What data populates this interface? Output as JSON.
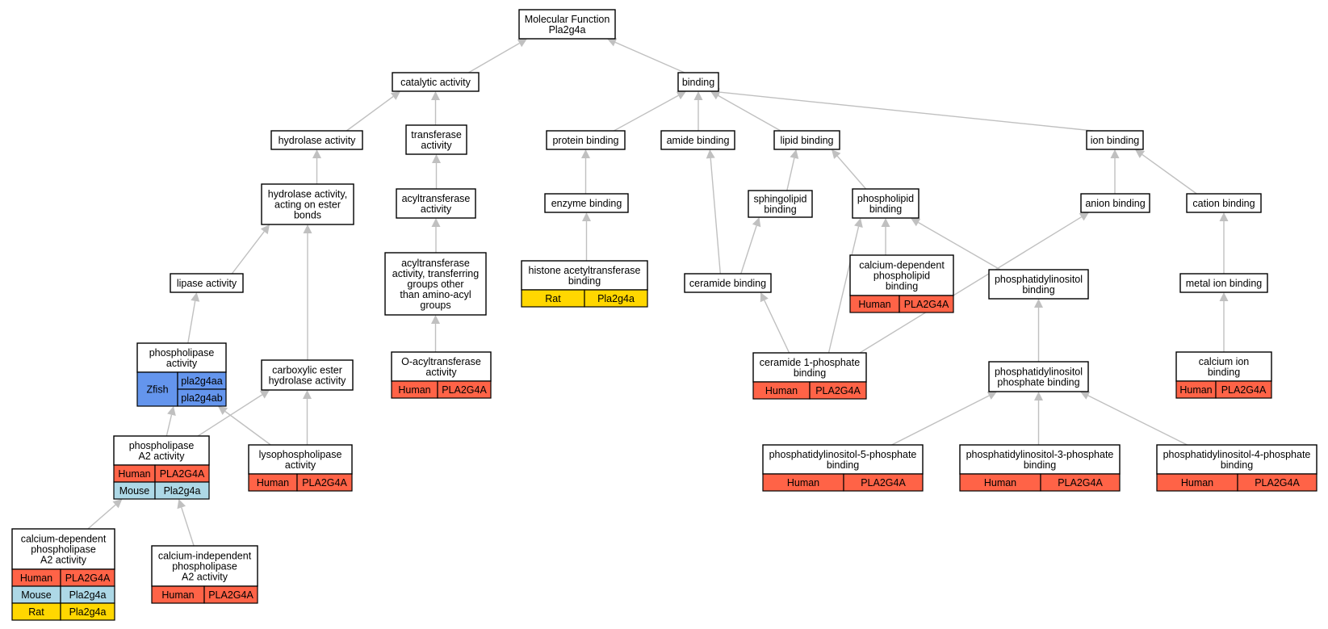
{
  "colors": {
    "Human": "#FF6347",
    "Mouse": "#ADD8E6",
    "Rat": "#FFD700",
    "Zfish": "#6495ED",
    "edge": "#c0c0c0"
  },
  "nodes": [
    {
      "id": "mf",
      "lines": [
        "Molecular Function",
        "Pla2g4a"
      ]
    },
    {
      "id": "catalytic",
      "lines": [
        "catalytic activity"
      ]
    },
    {
      "id": "binding",
      "lines": [
        "binding"
      ]
    },
    {
      "id": "hydrolase",
      "lines": [
        "hydrolase activity"
      ]
    },
    {
      "id": "transferase",
      "lines": [
        "transferase",
        "activity"
      ]
    },
    {
      "id": "protein_binding",
      "lines": [
        "protein binding"
      ]
    },
    {
      "id": "amide_binding",
      "lines": [
        "amide binding"
      ]
    },
    {
      "id": "lipid_binding",
      "lines": [
        "lipid binding"
      ]
    },
    {
      "id": "ion_binding",
      "lines": [
        "ion binding"
      ]
    },
    {
      "id": "hydrolase_ester",
      "lines": [
        "hydrolase activity,",
        "acting on ester",
        "bonds"
      ]
    },
    {
      "id": "acyltransferase",
      "lines": [
        "acyltransferase",
        "activity"
      ]
    },
    {
      "id": "enzyme_binding",
      "lines": [
        "enzyme binding"
      ]
    },
    {
      "id": "sphingolipid_binding",
      "lines": [
        "sphingolipid",
        "binding"
      ]
    },
    {
      "id": "phospholipid_binding",
      "lines": [
        "phospholipid",
        "binding"
      ]
    },
    {
      "id": "anion_binding",
      "lines": [
        "anion binding"
      ]
    },
    {
      "id": "cation_binding",
      "lines": [
        "cation binding"
      ]
    },
    {
      "id": "lipase",
      "lines": [
        "lipase activity"
      ]
    },
    {
      "id": "acyltransferase_other",
      "lines": [
        "acyltransferase",
        "activity, transferring",
        "groups other",
        "than amino-acyl",
        "groups"
      ]
    },
    {
      "id": "histone_acetyltransferase_binding",
      "lines": [
        "histone acetyltransferase",
        "binding"
      ],
      "genes": [
        {
          "species": "Rat",
          "symbols": [
            "Pla2g4a"
          ]
        }
      ]
    },
    {
      "id": "ceramide_binding",
      "lines": [
        "ceramide binding"
      ]
    },
    {
      "id": "ca_phospholipid_binding",
      "lines": [
        "calcium-dependent",
        "phospholipid",
        "binding"
      ],
      "genes": [
        {
          "species": "Human",
          "symbols": [
            "PLA2G4A"
          ]
        }
      ]
    },
    {
      "id": "phosphatidylinositol_binding",
      "lines": [
        "phosphatidylinositol",
        "binding"
      ]
    },
    {
      "id": "metal_ion_binding",
      "lines": [
        "metal ion binding"
      ]
    },
    {
      "id": "phospholipase",
      "lines": [
        "phospholipase",
        "activity"
      ],
      "genes": [
        {
          "species": "Zfish",
          "symbols": [
            "pla2g4aa",
            "pla2g4ab"
          ]
        }
      ]
    },
    {
      "id": "carboxylic_ester",
      "lines": [
        "carboxylic ester",
        "hydrolase activity"
      ]
    },
    {
      "id": "o_acyltransferase",
      "lines": [
        "O-acyltransferase",
        "activity"
      ],
      "genes": [
        {
          "species": "Human",
          "symbols": [
            "PLA2G4A"
          ]
        }
      ]
    },
    {
      "id": "ceramide_1_phosphate_binding",
      "lines": [
        "ceramide 1-phosphate",
        "binding"
      ],
      "genes": [
        {
          "species": "Human",
          "symbols": [
            "PLA2G4A"
          ]
        }
      ]
    },
    {
      "id": "phosphatidylinositol_phosphate_binding",
      "lines": [
        "phosphatidylinositol",
        "phosphate binding"
      ]
    },
    {
      "id": "calcium_ion_binding",
      "lines": [
        "calcium ion",
        "binding"
      ],
      "genes": [
        {
          "species": "Human",
          "symbols": [
            "PLA2G4A"
          ]
        }
      ]
    },
    {
      "id": "phospholipase_a2",
      "lines": [
        "phospholipase",
        "A2 activity"
      ],
      "genes": [
        {
          "species": "Human",
          "symbols": [
            "PLA2G4A"
          ]
        },
        {
          "species": "Mouse",
          "symbols": [
            "Pla2g4a"
          ]
        }
      ]
    },
    {
      "id": "lysophospholipase",
      "lines": [
        "lysophospholipase",
        "activity"
      ],
      "genes": [
        {
          "species": "Human",
          "symbols": [
            "PLA2G4A"
          ]
        }
      ]
    },
    {
      "id": "pi5p_binding",
      "lines": [
        "phosphatidylinositol-5-phosphate",
        "binding"
      ],
      "genes": [
        {
          "species": "Human",
          "symbols": [
            "PLA2G4A"
          ]
        }
      ]
    },
    {
      "id": "pi3p_binding",
      "lines": [
        "phosphatidylinositol-3-phosphate",
        "binding"
      ],
      "genes": [
        {
          "species": "Human",
          "symbols": [
            "PLA2G4A"
          ]
        }
      ]
    },
    {
      "id": "pi4p_binding",
      "lines": [
        "phosphatidylinositol-4-phosphate",
        "binding"
      ],
      "genes": [
        {
          "species": "Human",
          "symbols": [
            "PLA2G4A"
          ]
        }
      ]
    },
    {
      "id": "ca_dependent_pla2",
      "lines": [
        "calcium-dependent",
        "phospholipase",
        "A2 activity"
      ],
      "genes": [
        {
          "species": "Human",
          "symbols": [
            "PLA2G4A"
          ]
        },
        {
          "species": "Mouse",
          "symbols": [
            "Pla2g4a"
          ]
        },
        {
          "species": "Rat",
          "symbols": [
            "Pla2g4a"
          ]
        }
      ]
    },
    {
      "id": "ca_independent_pla2",
      "lines": [
        "calcium-independent",
        "phospholipase",
        "A2 activity"
      ],
      "genes": [
        {
          "species": "Human",
          "symbols": [
            "PLA2G4A"
          ]
        }
      ]
    }
  ],
  "edges": [
    [
      "catalytic",
      "mf"
    ],
    [
      "binding",
      "mf"
    ],
    [
      "hydrolase",
      "catalytic"
    ],
    [
      "transferase",
      "catalytic"
    ],
    [
      "protein_binding",
      "binding"
    ],
    [
      "amide_binding",
      "binding"
    ],
    [
      "lipid_binding",
      "binding"
    ],
    [
      "ion_binding",
      "binding"
    ],
    [
      "hydrolase_ester",
      "hydrolase"
    ],
    [
      "acyltransferase",
      "transferase"
    ],
    [
      "enzyme_binding",
      "protein_binding"
    ],
    [
      "sphingolipid_binding",
      "lipid_binding"
    ],
    [
      "phospholipid_binding",
      "lipid_binding"
    ],
    [
      "anion_binding",
      "ion_binding"
    ],
    [
      "cation_binding",
      "ion_binding"
    ],
    [
      "lipase",
      "hydrolase_ester"
    ],
    [
      "carboxylic_ester",
      "hydrolase_ester"
    ],
    [
      "acyltransferase_other",
      "acyltransferase"
    ],
    [
      "histone_acetyltransferase_binding",
      "enzyme_binding"
    ],
    [
      "ceramide_binding",
      "amide_binding"
    ],
    [
      "ceramide_binding",
      "sphingolipid_binding"
    ],
    [
      "ca_phospholipid_binding",
      "phospholipid_binding"
    ],
    [
      "phosphatidylinositol_binding",
      "phospholipid_binding"
    ],
    [
      "metal_ion_binding",
      "cation_binding"
    ],
    [
      "phospholipase",
      "lipase"
    ],
    [
      "o_acyltransferase",
      "acyltransferase_other"
    ],
    [
      "ceramide_1_phosphate_binding",
      "ceramide_binding"
    ],
    [
      "ceramide_1_phosphate_binding",
      "phospholipid_binding"
    ],
    [
      "ceramide_1_phosphate_binding",
      "anion_binding"
    ],
    [
      "phosphatidylinositol_phosphate_binding",
      "phosphatidylinositol_binding"
    ],
    [
      "calcium_ion_binding",
      "metal_ion_binding"
    ],
    [
      "phospholipase_a2",
      "phospholipase"
    ],
    [
      "phospholipase_a2",
      "carboxylic_ester"
    ],
    [
      "lysophospholipase",
      "phospholipase"
    ],
    [
      "lysophospholipase",
      "carboxylic_ester"
    ],
    [
      "pi5p_binding",
      "phosphatidylinositol_phosphate_binding"
    ],
    [
      "pi3p_binding",
      "phosphatidylinositol_phosphate_binding"
    ],
    [
      "pi4p_binding",
      "phosphatidylinositol_phosphate_binding"
    ],
    [
      "ca_dependent_pla2",
      "phospholipase_a2"
    ],
    [
      "ca_independent_pla2",
      "phospholipase_a2"
    ]
  ]
}
